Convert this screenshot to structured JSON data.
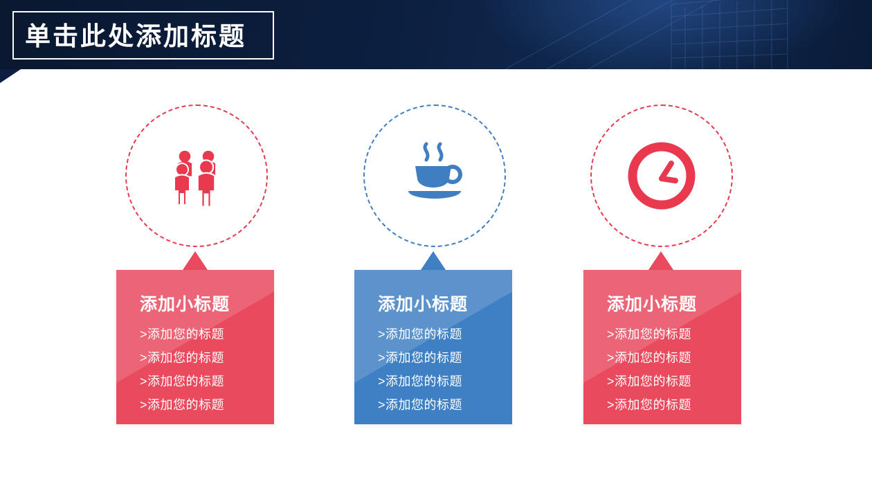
{
  "slide": {
    "title": "单击此处添加标题"
  },
  "columns": [
    {
      "icon": "people-group-icon",
      "accent_color": "#e8394f",
      "card_color": "#e94a5e",
      "card": {
        "title": "添加小标题",
        "items": [
          ">添加您的标题",
          ">添加您的标题",
          ">添加您的标题",
          ">添加您的标题"
        ]
      }
    },
    {
      "icon": "coffee-cup-icon",
      "accent_color": "#3f7fc1",
      "card_color": "#3f80c4",
      "card": {
        "title": "添加小标题",
        "items": [
          ">添加您的标题",
          ">添加您的标题",
          ">添加您的标题",
          ">添加您的标题"
        ]
      }
    },
    {
      "icon": "clock-icon",
      "accent_color": "#e8394f",
      "card_color": "#e94a5e",
      "card": {
        "title": "添加小标题",
        "items": [
          ">添加您的标题",
          ">添加您的标题",
          ">添加您的标题",
          ">添加您的标题"
        ]
      }
    }
  ],
  "colors": {
    "header_navy": "#0c1f40",
    "red": "#e8394f",
    "blue": "#3f80c4",
    "text_white": "#ffffff"
  }
}
